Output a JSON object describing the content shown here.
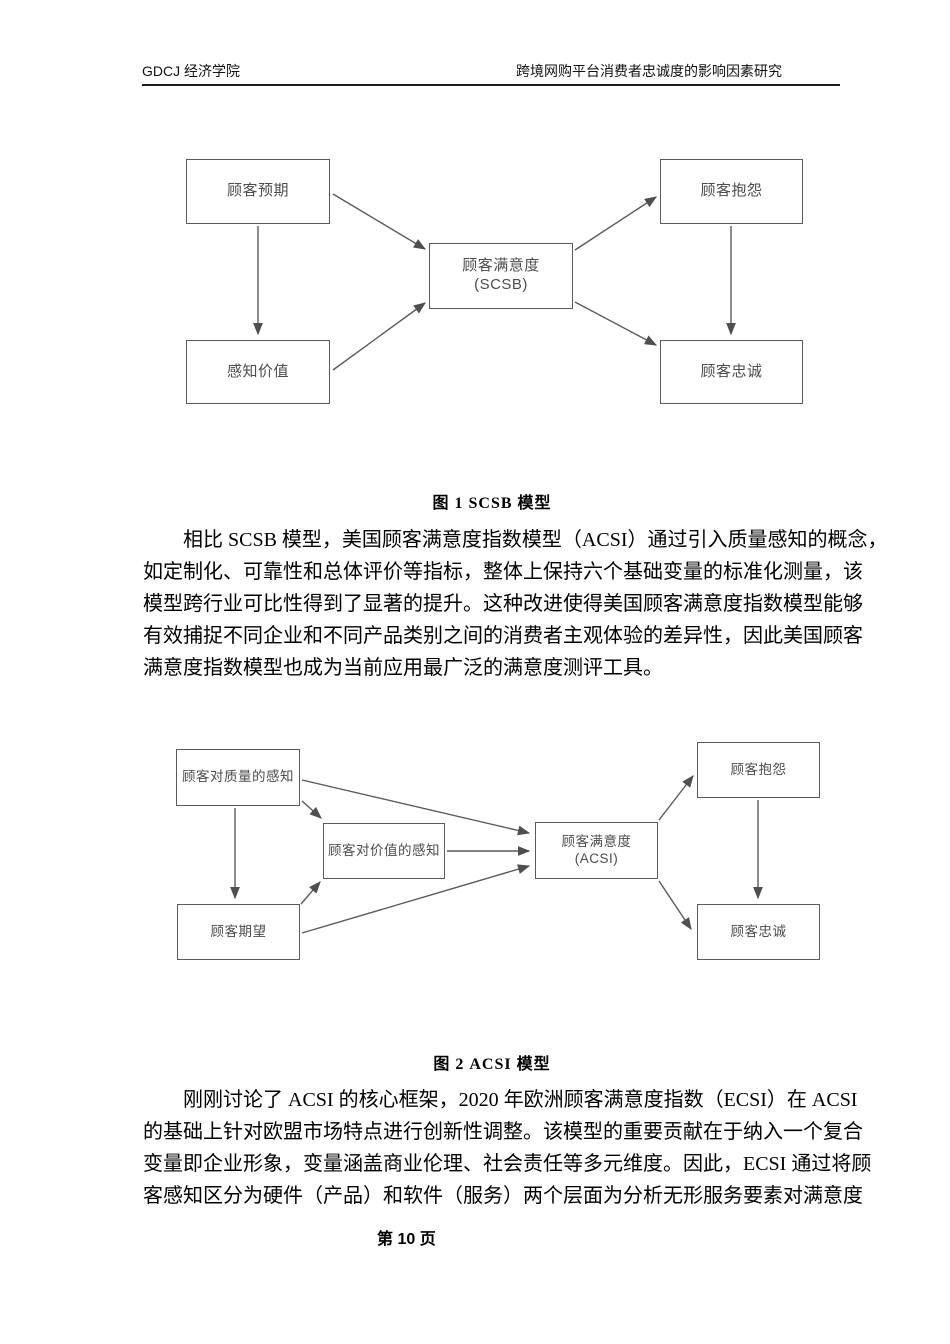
{
  "header": {
    "left": "GDCJ 经济学院",
    "right": "跨境网购平台消费者忠诚度的影响因素研究"
  },
  "figure1": {
    "caption": "图 1 SCSB 模型",
    "nodes": {
      "expectation": "顾客预期",
      "perceived_value": "感知价值",
      "satisfaction_line1": "顾客满意度",
      "satisfaction_line2": "(SCSB)",
      "complaint": "顾客抱怨",
      "loyalty": "顾客忠诚"
    }
  },
  "figure2": {
    "caption": "图 2 ACSI 模型",
    "nodes": {
      "perceived_quality": "顾客对质量的感知",
      "perceived_value": "顾客对价值的感知",
      "expectation": "顾客期望",
      "satisfaction_line1": "顾客满意度",
      "satisfaction_line2": "(ACSI)",
      "complaint": "顾客抱怨",
      "loyalty": "顾客忠诚"
    }
  },
  "paragraph1": {
    "lines": [
      "相比 SCSB 模型，美国顾客满意度指数模型（ACSI）通过引入质量感知的概念，",
      "如定制化、可靠性和总体评价等指标，整体上保持六个基础变量的标准化测量，该",
      "模型跨行业可比性得到了显著的提升。这种改进使得美国顾客满意度指数模型能够",
      "有效捕捉不同企业和不同产品类别之间的消费者主观体验的差异性，因此美国顾客",
      "满意度指数模型也成为当前应用最广泛的满意度测评工具。"
    ]
  },
  "paragraph2": {
    "lines": [
      "刚刚讨论了 ACSI 的核心框架，2020 年欧洲顾客满意度指数（ECSI）在 ACSI",
      "的基础上针对欧盟市场特点进行创新性调整。该模型的重要贡献在于纳入一个复合",
      "变量即企业形象，变量涵盖商业伦理、社会责任等多元维度。因此，ECSI 通过将顾",
      "客感知区分为硬件（产品）和软件（服务）两个层面为分析无形服务要素对满意度"
    ]
  },
  "footer": {
    "page_label": "第 10 页"
  },
  "colors": {
    "diagram_line": "#5a5a5a",
    "diagram_text": "#4c4c4c",
    "text": "#000000"
  }
}
